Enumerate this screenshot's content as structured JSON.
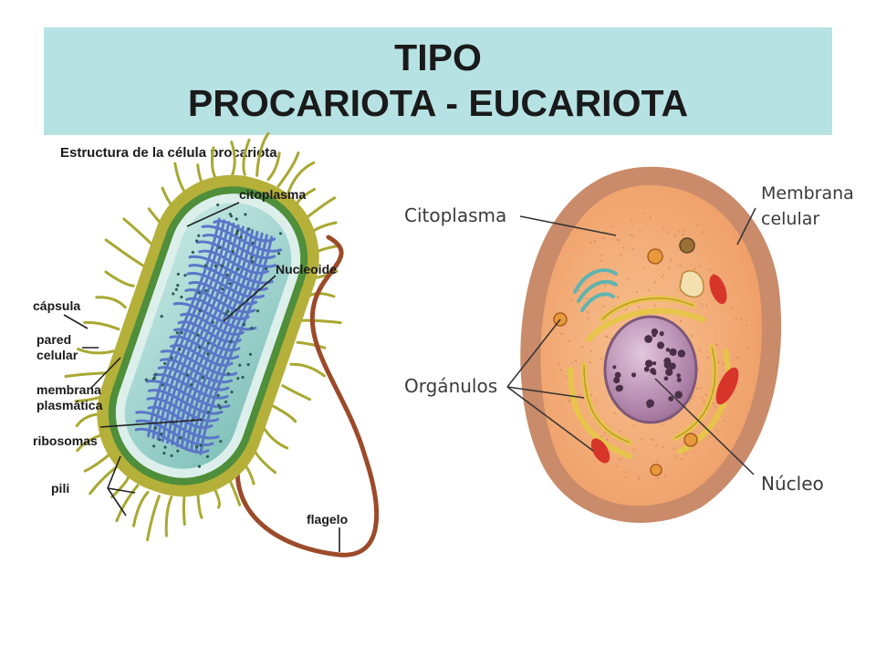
{
  "title": {
    "line1": "TIPO",
    "line2": "PROCARIOTA  - EUCARIOTA"
  },
  "prokaryote": {
    "heading": "Estructura de la célula procariota",
    "labels": {
      "citoplasma": "citoplasma",
      "nucleoide": "Nucleoide",
      "capsula": "cápsula",
      "pared_1": "pared",
      "pared_2": "celular",
      "membrana_1": "membrana",
      "membrana_2": "plasmática",
      "ribosomas": "ribosomas",
      "pili": "pili",
      "flagelo": "flagelo"
    }
  },
  "eukaryote": {
    "labels": {
      "citoplasma": "Citoplasma",
      "membrana_1": "Membrana",
      "membrana_2": "celular",
      "organulos": "Orgánulos",
      "nucleo": "Núcleo"
    }
  },
  "colors": {
    "title_band": "#b7e2e4",
    "capsule": "#b5b03a",
    "cytoplasm_pro": "#9fd0cc",
    "dna": "#5b76c8",
    "flagellum": "#9c4a2a",
    "membrane_euk": "#c98b6a",
    "cytoplasm_euk": "#f2b07d",
    "nucleus": "#b88bb0",
    "golgi": "#e6c54a"
  }
}
